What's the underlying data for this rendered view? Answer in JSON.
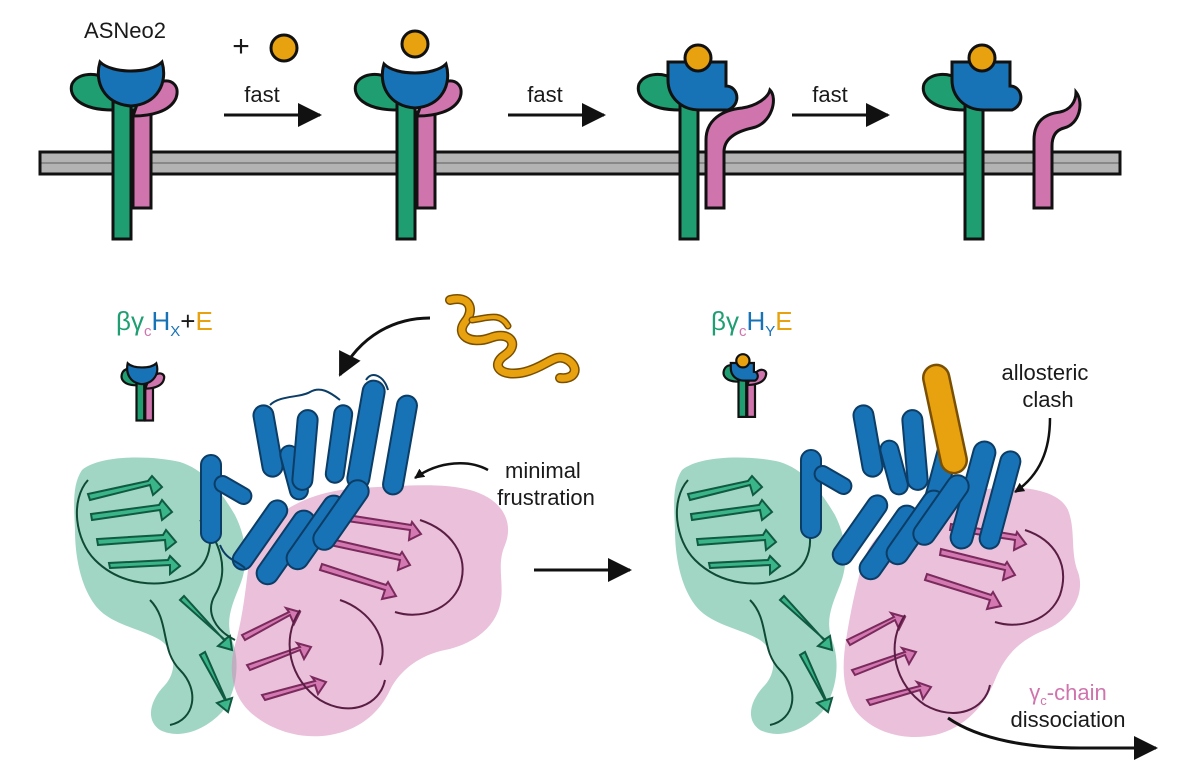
{
  "top_panel": {
    "construct_label": "ASNeo2",
    "plus_symbol": "+",
    "step_labels": [
      "fast",
      "fast",
      "fast"
    ]
  },
  "bottom_left": {
    "state_label": {
      "beta": "β",
      "gamma": "γ",
      "gamma_sub": "c",
      "h": "H",
      "h_sub": "X",
      "plus": "+",
      "e": "E"
    },
    "annotation": [
      "minimal",
      "frustration"
    ]
  },
  "bottom_right": {
    "state_label": {
      "beta": "β",
      "gamma": "γ",
      "gamma_sub": "c",
      "h": "H",
      "h_sub": "Y",
      "e": "E"
    },
    "annotation": [
      "allosteric",
      "clash"
    ],
    "dissociation_label": {
      "gamma": "γ",
      "gamma_sub": "c",
      "chain": "-chain",
      "word": "dissociation"
    }
  },
  "colors": {
    "green_receptor": "#1f9e72",
    "pink_receptor": "#cf74ad",
    "blue_binder": "#1872b6",
    "orange_ligand": "#e8a20f",
    "membrane": "#b3b3b3",
    "outline": "#111111"
  }
}
